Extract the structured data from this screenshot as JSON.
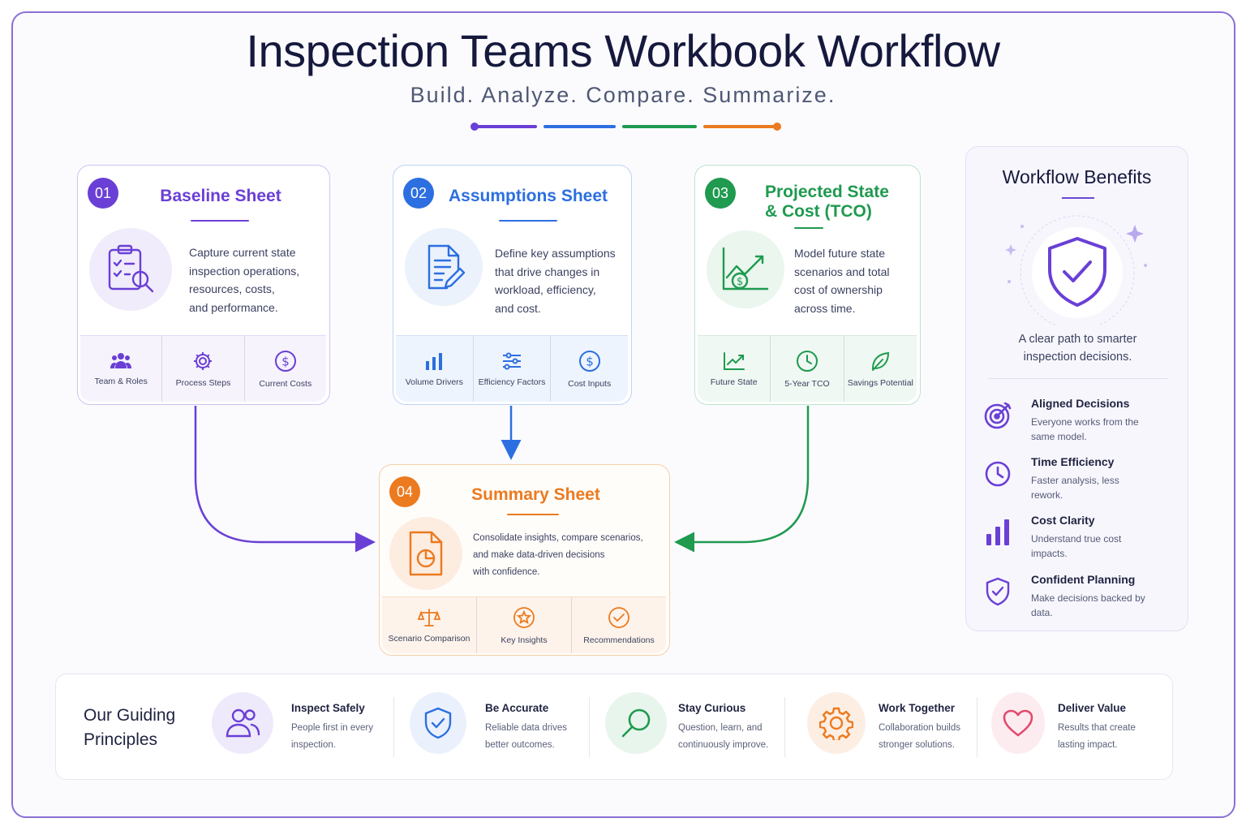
{
  "title": "Inspection Teams Workbook Workflow",
  "subtitle": "Build. Analyze. Compare. Summarize.",
  "colors": {
    "purple": "#6a3fd6",
    "blue": "#2c6fe0",
    "green": "#1f9a4f",
    "orange": "#ec7a1f"
  },
  "cards": {
    "baseline": {
      "number": "01",
      "title": "Baseline Sheet",
      "icon": "clipboard-search-icon",
      "description": [
        "Capture current state",
        "inspection operations,",
        "resources, costs,",
        "and performance."
      ],
      "features": [
        "Team & Roles",
        "Process Steps",
        "Current Costs"
      ]
    },
    "assumptions": {
      "number": "02",
      "title": "Assumptions Sheet",
      "icon": "document-edit-icon",
      "description": [
        "Define key assumptions",
        "that drive changes in",
        "workload, efficiency,",
        "and cost."
      ],
      "features": [
        "Volume Drivers",
        "Efficiency Factors",
        "Cost Inputs"
      ]
    },
    "projected": {
      "number": "03",
      "title_lines": [
        "Projected State",
        "& Cost (TCO)"
      ],
      "icon": "chart-dollar-icon",
      "description": [
        "Model future state",
        "scenarios and total",
        "cost of ownership",
        "across time."
      ],
      "features": [
        "Future State",
        "5-Year TCO",
        "Savings Potential"
      ]
    },
    "summary": {
      "number": "04",
      "title": "Summary Sheet",
      "icon": "report-pie-icon",
      "description": [
        "Consolidate insights, compare scenarios,",
        "and make data-driven decisions",
        "with confidence."
      ],
      "features": [
        "Scenario Comparison",
        "Key Insights",
        "Recommendations"
      ]
    }
  },
  "benefits": {
    "title": "Workflow Benefits",
    "caption": "A clear path to smarter inspection decisions.",
    "items": [
      {
        "title": "Aligned Decisions",
        "desc": "Everyone works from the same model.",
        "icon": "target-icon"
      },
      {
        "title": "Time Efficiency",
        "desc": "Faster analysis, less rework.",
        "icon": "clock-icon"
      },
      {
        "title": "Cost Clarity",
        "desc": "Understand true cost impacts.",
        "icon": "bar-chart-icon"
      },
      {
        "title": "Confident Planning",
        "desc": "Make decisions backed by data.",
        "icon": "shield-check-icon"
      }
    ]
  },
  "principles": {
    "heading": [
      "Our Guiding",
      "Principles"
    ],
    "items": [
      {
        "title": "Inspect Safely",
        "desc": "People first in every inspection.",
        "icon": "people-icon"
      },
      {
        "title": "Be Accurate",
        "desc": "Reliable data drives better outcomes.",
        "icon": "shield-check-icon"
      },
      {
        "title": "Stay Curious",
        "desc": "Question, learn, and continuously improve.",
        "icon": "magnifier-icon"
      },
      {
        "title": "Work Together",
        "desc": "Collaboration builds stronger solutions.",
        "icon": "gear-icon"
      },
      {
        "title": "Deliver Value",
        "desc": "Results that create lasting impact.",
        "icon": "heart-icon"
      }
    ]
  }
}
